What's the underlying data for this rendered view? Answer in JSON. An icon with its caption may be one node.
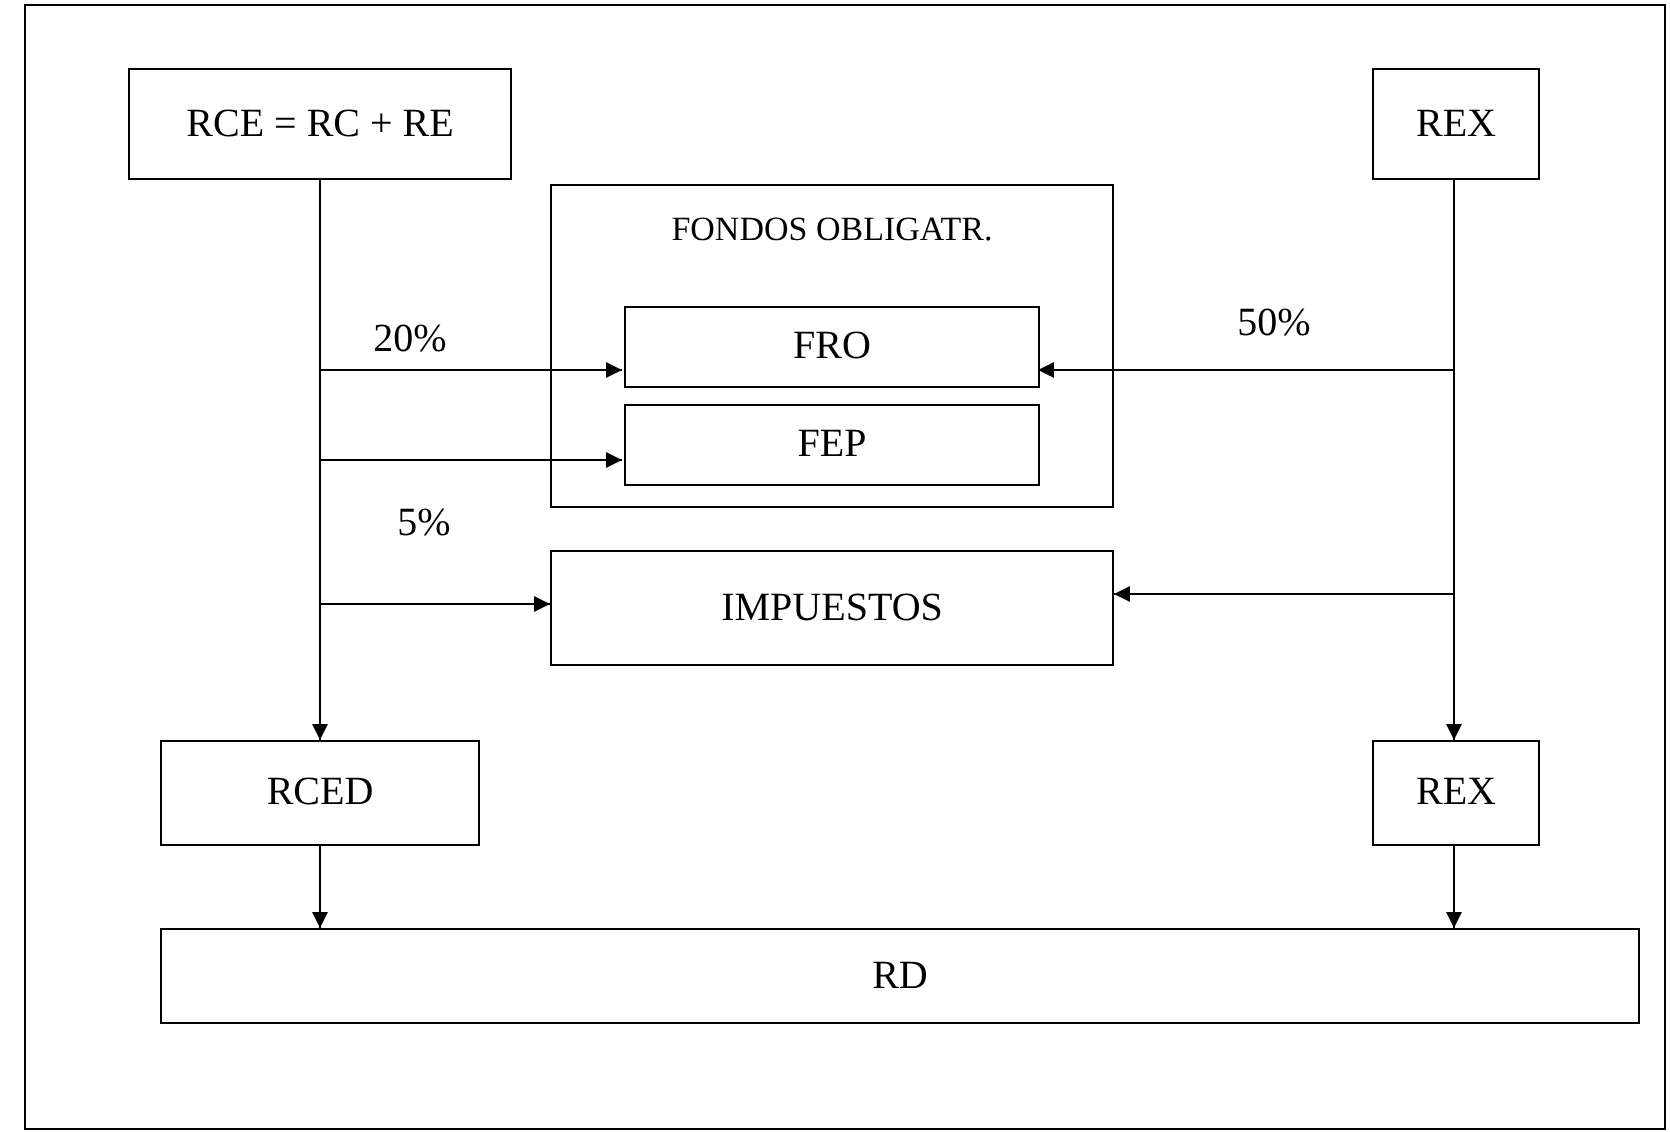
{
  "diagram": {
    "nodes": [
      {
        "text": [
          "RCE = RC + RE"
        ]
      },
      {
        "text": [
          "REX"
        ]
      },
      {
        "text": [
          "FONDOS OBLIGATR."
        ]
      },
      {
        "text": [
          "FRO"
        ],
        "in": 2
      },
      {
        "text": [
          "FEP"
        ],
        "in": 2
      },
      {
        "text": [
          "IMPUESTOS"
        ]
      },
      {
        "text": [
          "RCED"
        ]
      },
      {
        "text": [
          "REX"
        ]
      },
      {
        "text": [
          "RD"
        ]
      }
    ],
    "edges": [
      {
        "from": 0,
        "to": 6,
        "arrow": "to"
      },
      {
        "from": 0,
        "to": 3,
        "arrow": "to",
        "label": "20%"
      },
      {
        "from": 0,
        "to": 4,
        "arrow": "to"
      },
      {
        "from": 0,
        "to": 5,
        "arrow": "to",
        "label": "5%"
      },
      {
        "from": 1,
        "to": 7,
        "arrow": "to"
      },
      {
        "from": 1,
        "to": 3,
        "arrow": "to",
        "label": "50%"
      },
      {
        "from": 1,
        "to": 5,
        "arrow": "to"
      },
      {
        "from": 6,
        "to": 8,
        "arrow": "to"
      },
      {
        "from": 7,
        "to": 8,
        "arrow": "to"
      }
    ]
  }
}
